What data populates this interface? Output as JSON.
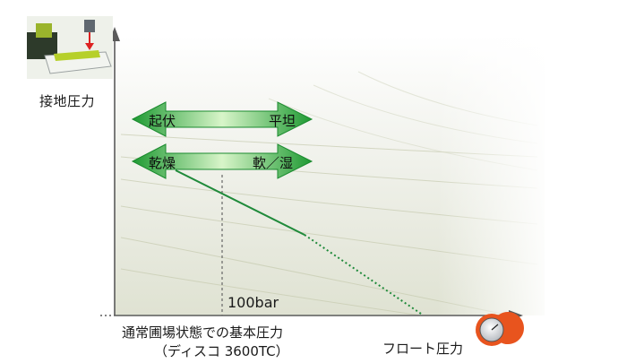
{
  "axes": {
    "y_label": "接地圧力",
    "x_label": "フロート圧力"
  },
  "arrows": [
    {
      "left_label": "起伏",
      "right_label": "平坦"
    },
    {
      "left_label": "乾燥",
      "right_label": "軟／湿"
    }
  ],
  "reference": {
    "value_label": "100bar",
    "caption_line1": "通常圃場状態での基本圧力",
    "caption_line2": "（ディスコ 3600TC）"
  },
  "colors": {
    "arrow_green": "#2fb53a",
    "line_green": "#1f8a3a",
    "axis": "#5a5a5a",
    "gauge_orange": "#e8541e"
  },
  "icons": {
    "y_axis": "mower-pressure-icon",
    "x_axis": "pressure-gauge-icon"
  }
}
